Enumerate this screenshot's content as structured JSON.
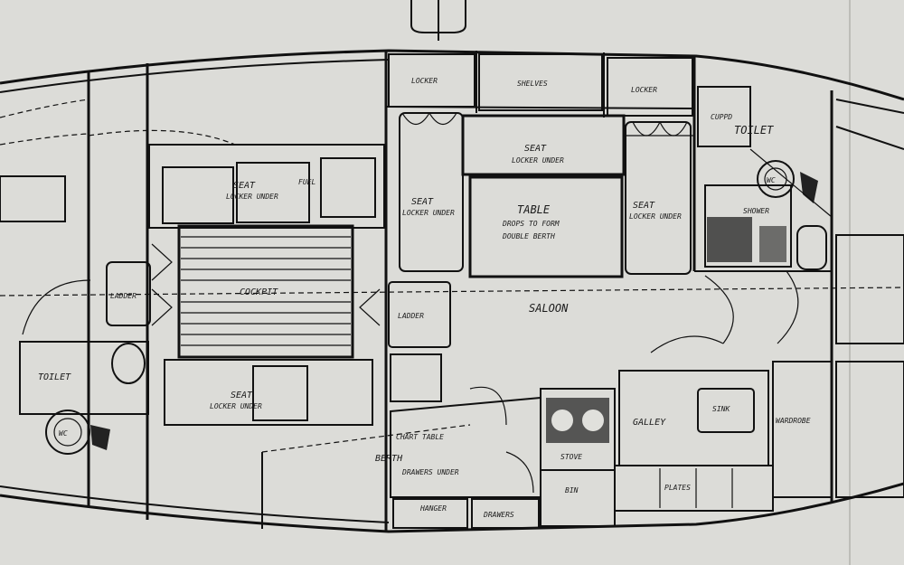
{
  "labels": {
    "locker_fwd": "LOCKER",
    "shelves": "SHELVES",
    "locker_fwd2": "LOCKER",
    "cuppd": "CUPPD",
    "toilet_fwd": "TOILET",
    "wc": "WC",
    "shower": "SHOWER",
    "seat_port": "SEAT",
    "seat_port_sub": "LOCKER UNDER",
    "seat_stbd": "SEAT",
    "seat_stbd_sub": "LOCKER UNDER",
    "seat_fwd": "SEAT",
    "seat_fwd_sub": "LOCKER UNDER",
    "table": "TABLE",
    "table_sub1": "DROPS TO FORM",
    "table_sub2": "DOUBLE BERTH",
    "saloon": "SALOON",
    "cockpit": "COCKPIT",
    "ladder": "LADDER",
    "ladder2": "LADDER",
    "seat_aft_top": "SEAT",
    "seat_aft_top_sub": "LOCKER UNDER",
    "seat_aft_bot": "SEAT",
    "seat_aft_bot_sub": "LOCKER UNDER",
    "fuel": "FUEL",
    "chart_table": "CHART TABLE",
    "berth": "BERTH",
    "drawers": "DRAWERS UNDER",
    "galley": "GALLEY",
    "sink": "SINK",
    "stove": "STOVE",
    "bin": "BIN",
    "plates": "PLATES",
    "wardrobe": "WARDROBE",
    "toilet_aft": "TOILET",
    "wc_aft": "WC",
    "hanger": "HANGER",
    "drawers2": "DRAWERS"
  }
}
